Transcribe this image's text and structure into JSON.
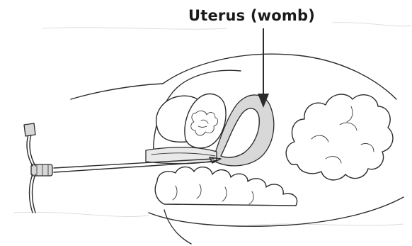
{
  "diagram": {
    "annotation_label": "Uterus (womb)",
    "parts": [
      {
        "name": "uterus",
        "labelled": true
      },
      {
        "name": "bladder",
        "labelled": false
      },
      {
        "name": "bowel",
        "labelled": false
      },
      {
        "name": "catheter",
        "labelled": false
      }
    ],
    "colors": {
      "ink": "#2b2b2b",
      "shading": "#d8d8d8",
      "arrow": "#2b2b2b",
      "background": "#ffffff"
    }
  }
}
